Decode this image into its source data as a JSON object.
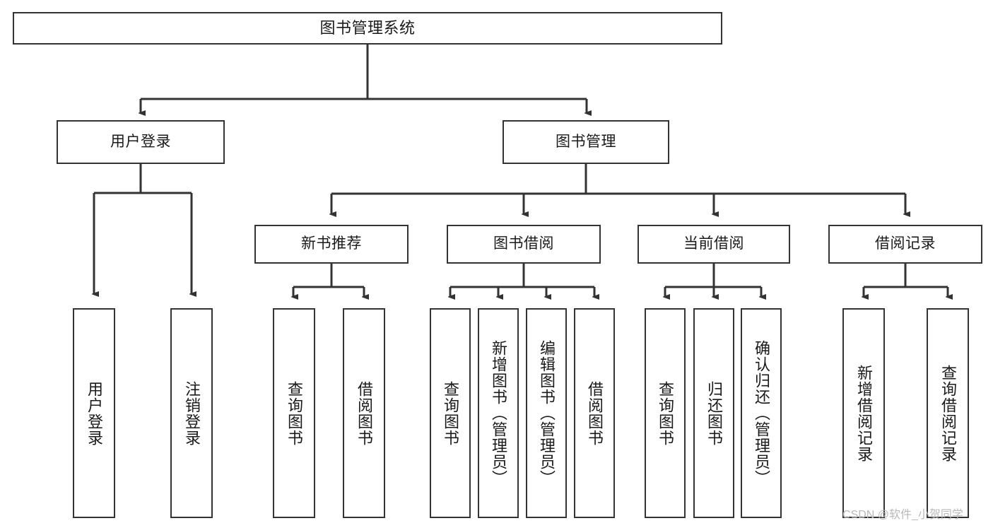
{
  "diagram": {
    "title": "图书管理系统",
    "type": "hierarchy-tree",
    "watermark": "CSDN @软件_小贺同学",
    "colors": {
      "background": "#ffffff",
      "box_border": "#333333",
      "box_fill": "#ffffff",
      "connector": "#333333",
      "text": "#1a1a1a",
      "watermark": "#b9b9b9"
    },
    "root": {
      "label": "图书管理系统"
    },
    "level2": [
      {
        "label": "用户登录"
      },
      {
        "label": "图书管理"
      }
    ],
    "level3": [
      {
        "label": "新书推荐"
      },
      {
        "label": "图书借阅"
      },
      {
        "label": "当前借阅"
      },
      {
        "label": "借阅记录"
      }
    ],
    "leaves": {
      "user_login": [
        {
          "label": "用户登录"
        },
        {
          "label": "注销登录"
        }
      ],
      "new_book_recommend": [
        {
          "label": "查询图书"
        },
        {
          "label": "借阅图书"
        }
      ],
      "book_borrow": [
        {
          "label": "查询图书"
        },
        {
          "label": "新增图书（管理员）"
        },
        {
          "label": "编辑图书（管理员）"
        },
        {
          "label": "借阅图书"
        }
      ],
      "current_borrow": [
        {
          "label": "查询图书"
        },
        {
          "label": "归还图书"
        },
        {
          "label": "确认归还（管理员）"
        }
      ],
      "borrow_record": [
        {
          "label": "新增借阅记录"
        },
        {
          "label": "查询借阅记录"
        }
      ]
    }
  }
}
